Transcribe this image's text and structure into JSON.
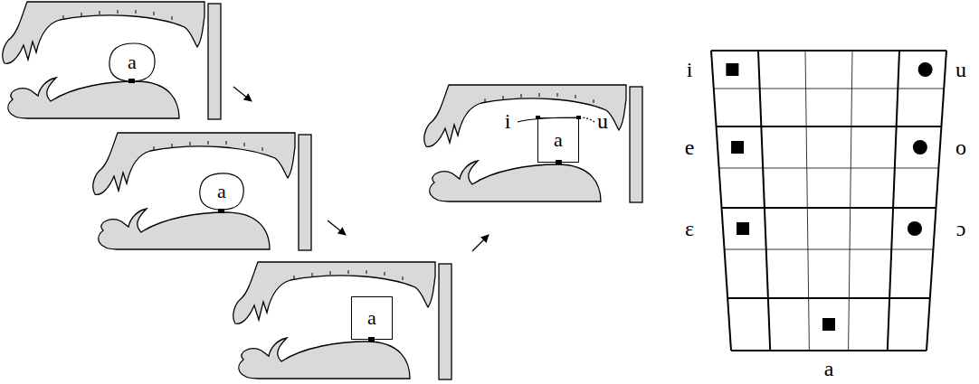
{
  "diagram": {
    "nodes": [
      {
        "text": [
          "a"
        ]
      },
      {
        "text": [
          "a"
        ]
      },
      {
        "text": [
          "a"
        ]
      },
      {
        "text": [
          "a"
        ]
      }
    ],
    "labels": [
      "i",
      "u",
      "i",
      "u",
      "e",
      "o",
      "ε",
      "ɔ",
      "a"
    ]
  }
}
